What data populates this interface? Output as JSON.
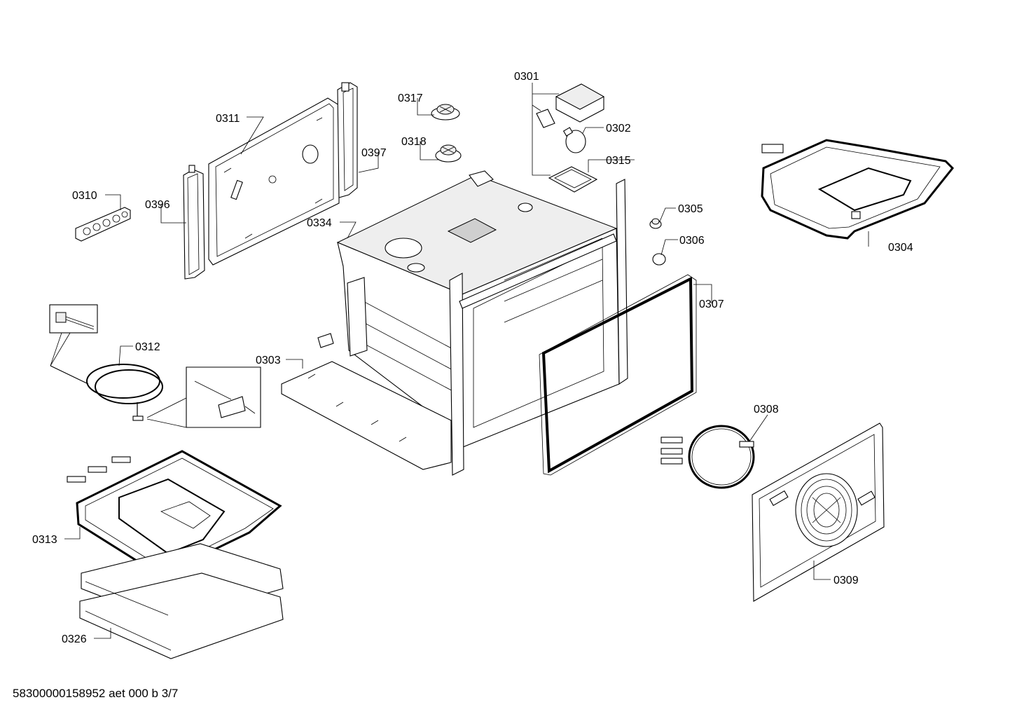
{
  "diagram": {
    "part_labels": {
      "p0301": "0301",
      "p0302": "0302",
      "p0303": "0303",
      "p0304": "0304",
      "p0305": "0305",
      "p0306": "0306",
      "p0307": "0307",
      "p0308": "0308",
      "p0309": "0309",
      "p0310": "0310",
      "p0311": "0311",
      "p0312": "0312",
      "p0313": "0313",
      "p0315": "0315",
      "p0317": "0317",
      "p0318": "0318",
      "p0326": "0326",
      "p0334": "0334",
      "p0396": "0396",
      "p0397": "0397"
    },
    "footer": "58300000158952 aet 000 b 3/7"
  }
}
